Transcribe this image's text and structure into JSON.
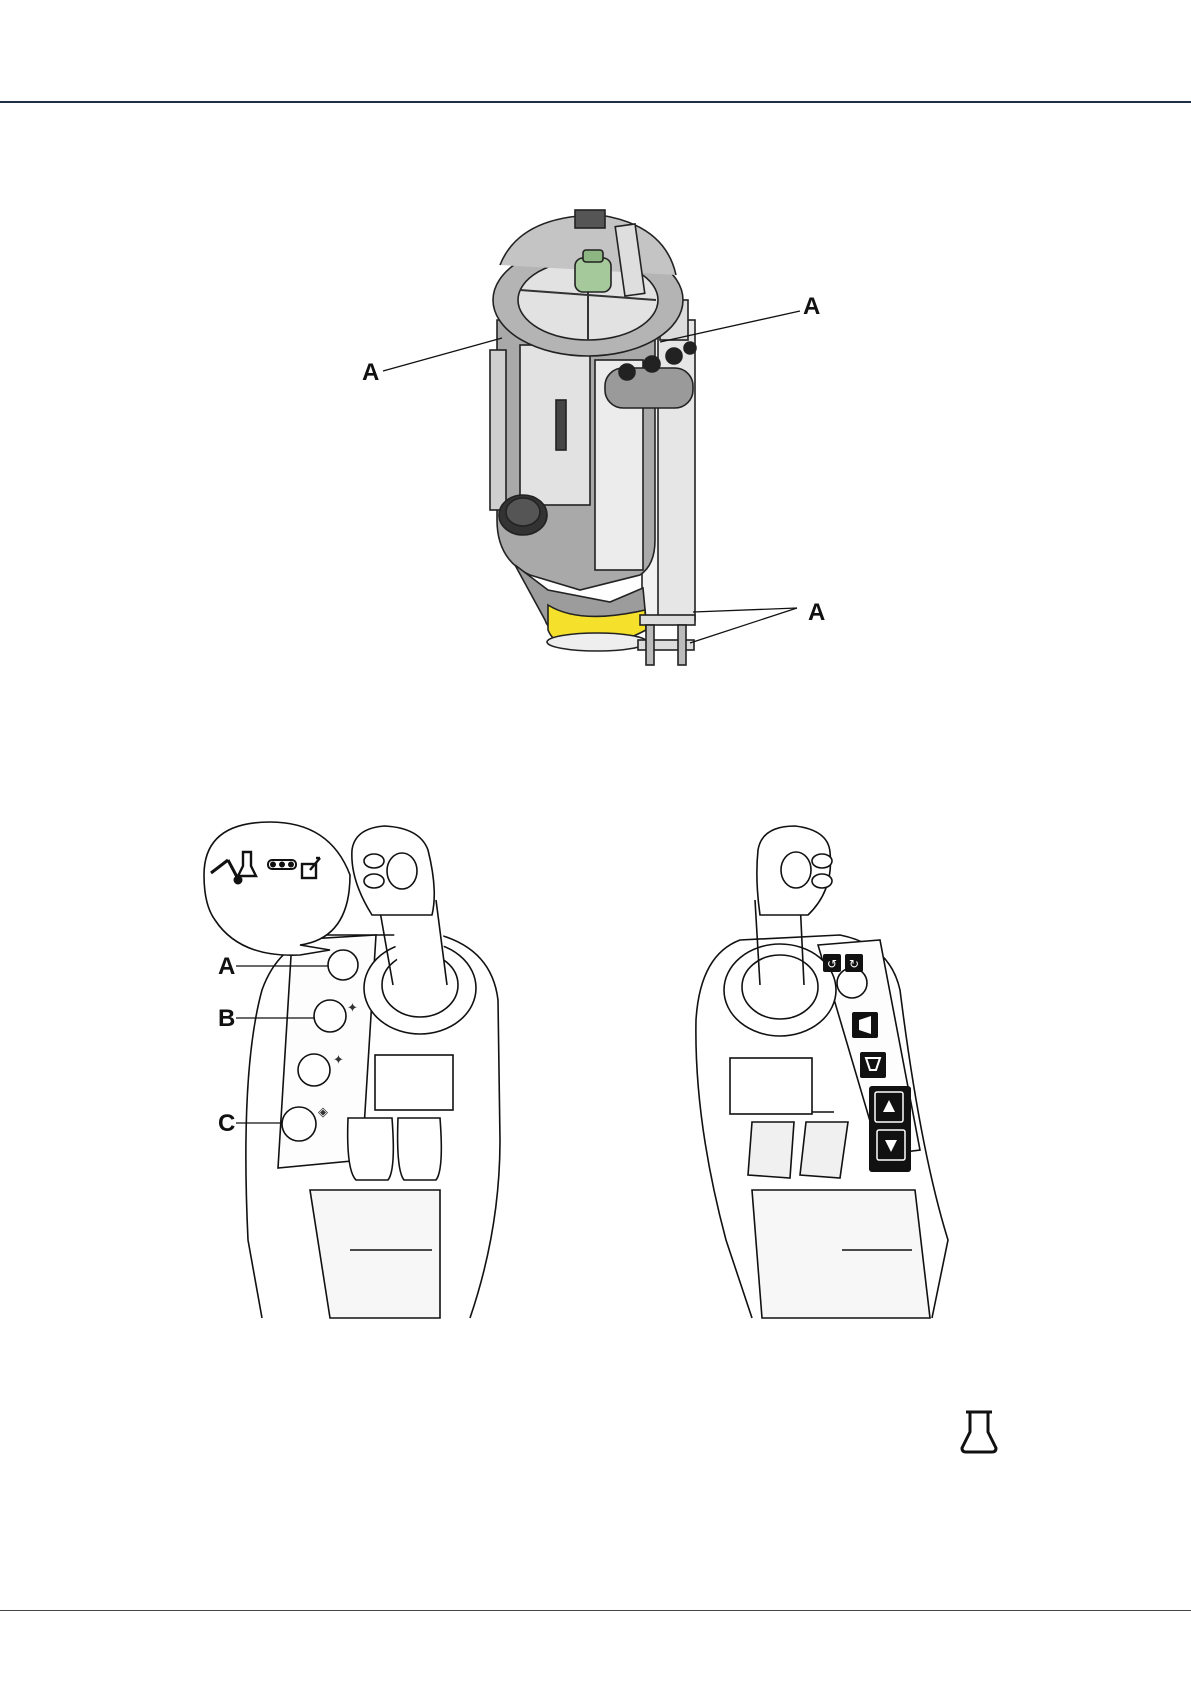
{
  "figure1": {
    "callouts": [
      "A",
      "A",
      "A"
    ]
  },
  "figure2": {
    "left_callouts": [
      "A",
      "B",
      "C"
    ],
    "left_bubble_icons": [
      "boom-icon",
      "nozzle-icon",
      "chain-conveyor-icon",
      "external-icon"
    ],
    "right_panel_icons": [
      "rotate-left-icon",
      "rotate-right-icon",
      "horn-icon",
      "hopper-icon",
      "raise-icon",
      "lower-icon"
    ]
  },
  "side_icon": "nozzle-icon"
}
